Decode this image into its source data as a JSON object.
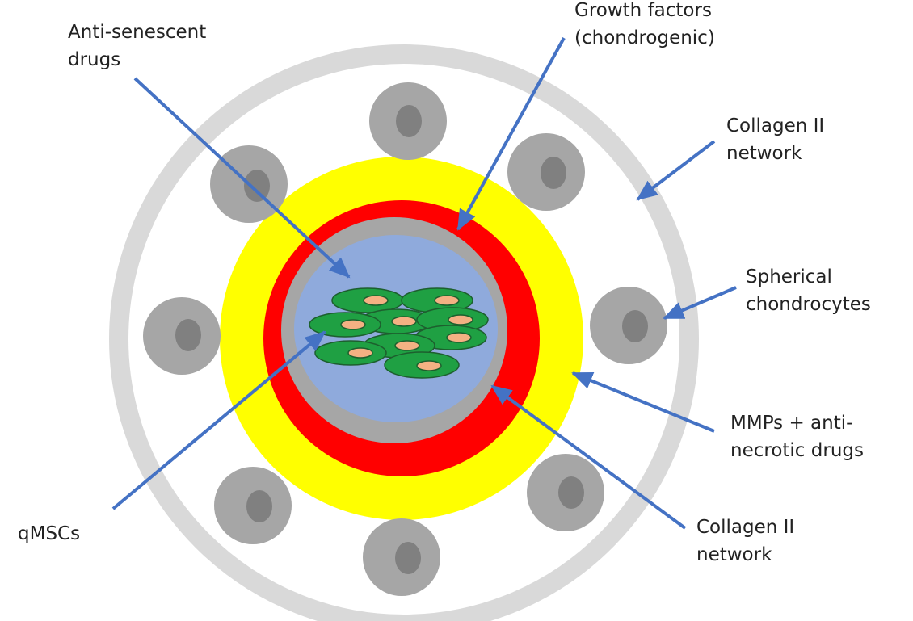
{
  "labels": {
    "anti_senescent": [
      "Anti-senescent",
      "drugs"
    ],
    "growth_factors": [
      "Growth factors",
      "(chondrogenic)"
    ],
    "collagen_outer": [
      "Collagen II",
      "network"
    ],
    "spherical": [
      "Spherical",
      "chondrocytes"
    ],
    "mmps": [
      "MMPs + anti-",
      "necrotic drugs"
    ],
    "collagen_inner": [
      "Collagen II",
      "network"
    ],
    "qmscs": [
      "qMSCs"
    ]
  },
  "colors": {
    "outer_ring": "#d9d9d9",
    "outer_fill": "#ffffff",
    "yellow_layer": "#ffff00",
    "red_layer": "#ff0000",
    "gray_layer": "#a6a6a6",
    "core": "#8faadc",
    "msc_cell": "#1fa043",
    "msc_outline": "#1d5f2e",
    "msc_nucleus": "#f4b183",
    "chondrocyte": "#a6a6a6",
    "chondrocyte_nucleus": "#808080",
    "arrow": "#4472c4",
    "text": "#222222"
  }
}
